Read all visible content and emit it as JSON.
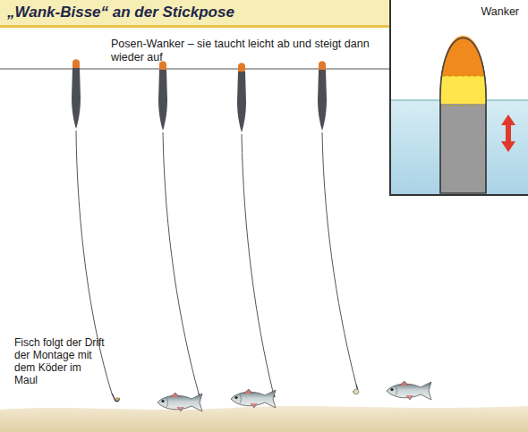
{
  "diagram": {
    "title": "„Wank-Bisse“ an der Stickpose",
    "nodes": [
      {
        "text": [
          "Wanker"
        ]
      }
    ],
    "labels": [
      "Posen-Wanker – sie taucht leicht ab und steigt dann wieder auf",
      "Fisch folgt der Drift der Montage mit dem Köder im Maul"
    ]
  }
}
